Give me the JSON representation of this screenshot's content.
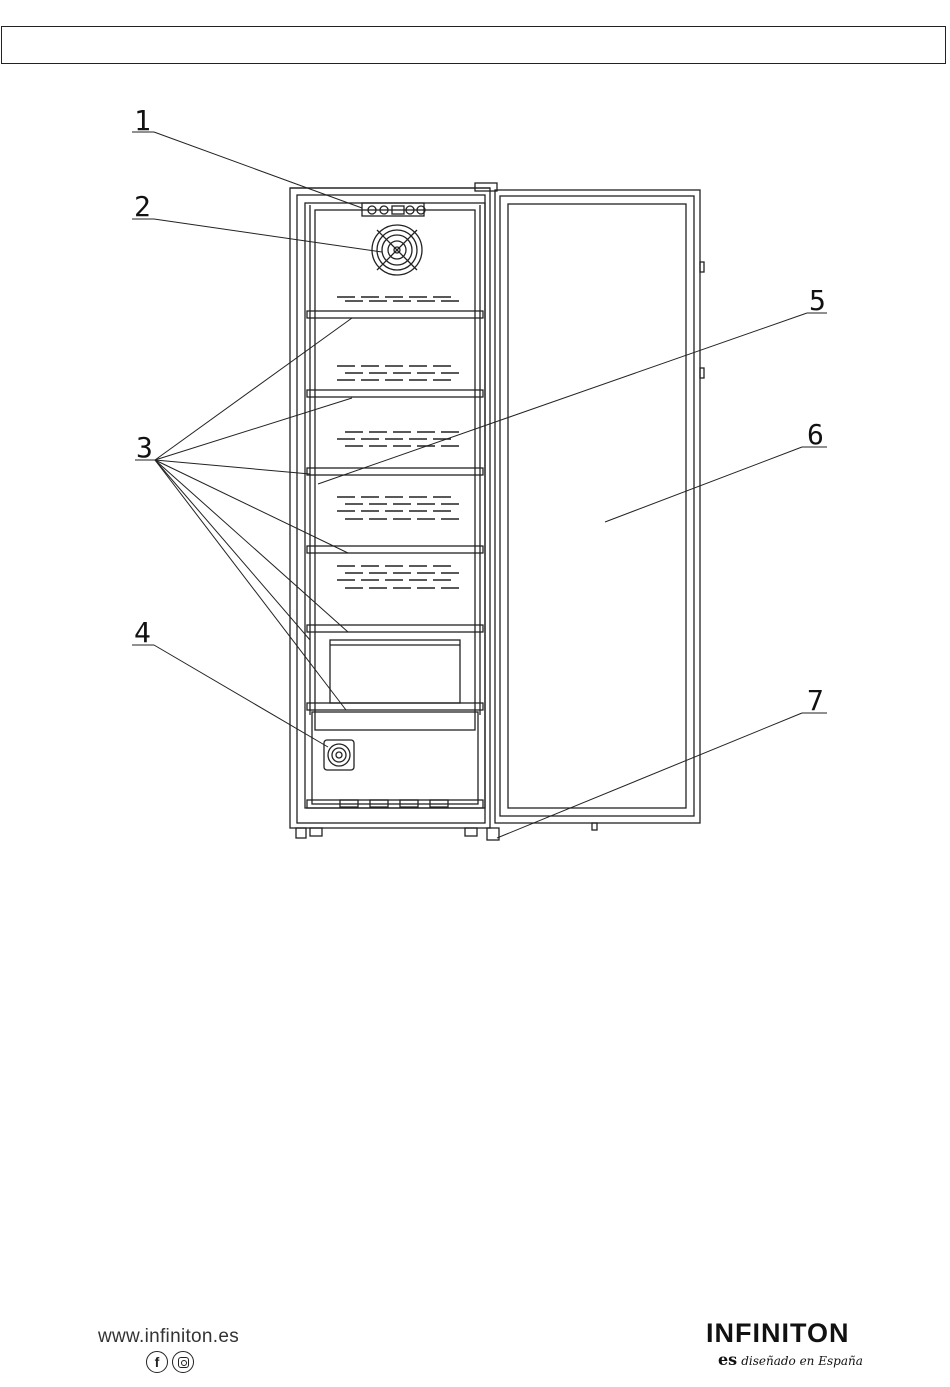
{
  "diagram": {
    "callouts": [
      {
        "label": "1"
      },
      {
        "label": "2"
      },
      {
        "label": "3"
      },
      {
        "label": "4"
      },
      {
        "label": "5"
      },
      {
        "label": "6"
      },
      {
        "label": "7"
      }
    ]
  },
  "footer": {
    "website": "www.infiniton.es",
    "social_icons": [
      "facebook-icon",
      "instagram-icon"
    ],
    "facebook_glyph": "f"
  },
  "brand": {
    "logo_text": "INFINITON",
    "tag_mark": "es",
    "tagline": "diseñado en España"
  }
}
